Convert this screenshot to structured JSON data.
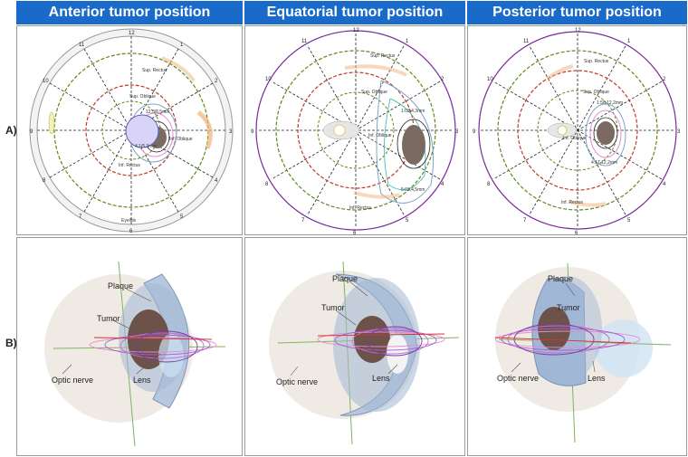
{
  "columns": [
    {
      "title": "Anterior tumor position"
    },
    {
      "title": "Equatorial tumor position"
    },
    {
      "title": "Posterior tumor position"
    }
  ],
  "rows": [
    {
      "label": "A)"
    },
    {
      "label": "B)"
    }
  ],
  "clock_labels": [
    "12",
    "1",
    "2",
    "3",
    "4",
    "5",
    "6",
    "7",
    "8",
    "9",
    "10",
    "11"
  ],
  "panel_a": [
    {
      "muscles": {
        "sup_rectus": "Sup. Rectus",
        "sup_oblique": "Sup. Oblique",
        "inf_rectus": "Inf. Rectus",
        "inf_oblique": "Inf. Oblique"
      },
      "annotations": [
        "12,3/8,5mm",
        "4,1/5,3mm"
      ],
      "edge_label": "Eyelids"
    },
    {
      "muscles": {
        "sup_rectus": "Sup. Rectus",
        "sup_oblique": "Sup. Oblique",
        "inf_rectus": "Inf. Rectus",
        "inf_oblique": "Inf. Oblique"
      },
      "annotations": [
        "1:03,4,3mm",
        "5:03,4,5mm"
      ],
      "edge_label": ""
    },
    {
      "muscles": {
        "sup_rectus": "Sup. Rectus",
        "sup_oblique": "Sup. Oblique",
        "inf_rectus": "Inf. Rectus",
        "inf_oblique": "Inf. Oblique"
      },
      "annotations": [
        "1:58,12,2mm",
        "4:17,12,2mm"
      ],
      "edge_label": ""
    }
  ],
  "panel_b": [
    {
      "plaque": "Plaque",
      "tumor": "Tumor",
      "lens": "Lens",
      "optic_nerve": "Optic nerve"
    },
    {
      "plaque": "Plaque",
      "tumor": "Tumor",
      "lens": "Lens",
      "optic_nerve": "Optic nerve"
    },
    {
      "plaque": "Plaque",
      "tumor": "Tumor",
      "lens": "Lens",
      "optic_nerve": "Optic nerve"
    }
  ],
  "colors": {
    "header_bg": "#1a6bc9",
    "outer_ring": "#7b2a9e",
    "green_dash": "#5a8a1a",
    "red_dash": "#c0392b",
    "tumor": "#7a6a62",
    "plaque": "#8fa9c9",
    "lens": "#b9d6f2",
    "isodose_pink": "#e58ad6",
    "isodose_purple": "#a45ccf"
  }
}
